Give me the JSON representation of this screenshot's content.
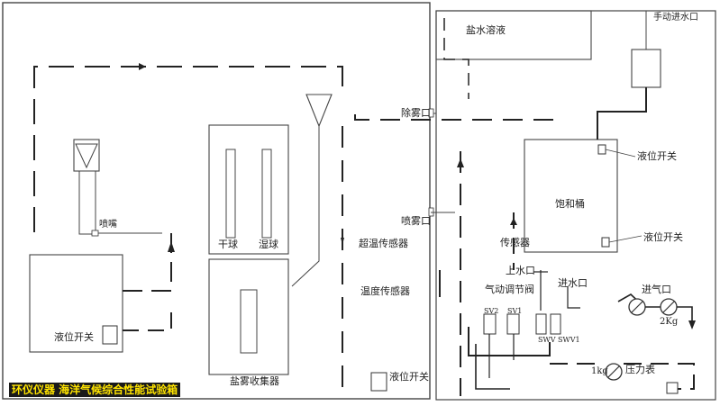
{
  "labels": {
    "brine_solution": "盐水溶液",
    "manual_water_inlet": "手动进水口",
    "defog_port": "除雾口",
    "spray_port": "喷雾口",
    "overtemp_sensor": "超温传感器",
    "temp_sensor": "温度传感器",
    "sensor": "传感器",
    "saturator": "饱和桶",
    "level_switch_saturator_top": "液位开关",
    "level_switch_saturator_bottom": "液位开关",
    "upper_water_port": "上水口",
    "pneumatic_regulator_valve": "气动调节阀",
    "water_inlet": "进水口",
    "air_inlet": "进气口",
    "pressure_gauge": "压力表",
    "pressure_2kg": "2Kg",
    "pressure_1kg": "1kg",
    "sv2": "SV2",
    "sv1": "SV1",
    "sws": "SWV SWV1",
    "nozzle": "喷嘴",
    "dry_bulb": "干球",
    "wet_bulb": "湿球",
    "fog_collector": "盐雾收集器",
    "level_switch_tank": "液位开关",
    "level_switch_bottom": "液位开关"
  },
  "watermark": "环仪仪器 海洋气候综合性能试验箱"
}
